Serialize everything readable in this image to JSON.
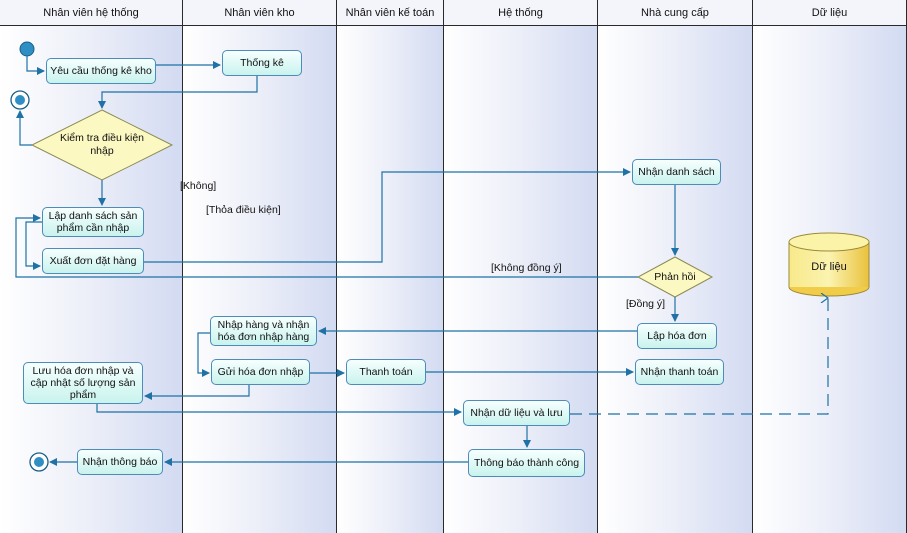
{
  "lanes": [
    {
      "id": "nvht",
      "label": "Nhân viên hệ thống"
    },
    {
      "id": "nvk",
      "label": "Nhân viên kho"
    },
    {
      "id": "nvkt",
      "label": "Nhân viên kế toán"
    },
    {
      "id": "ht",
      "label": "Hệ thống"
    },
    {
      "id": "ncc",
      "label": "Nhà cung cấp"
    },
    {
      "id": "dl",
      "label": "Dữ liệu"
    }
  ],
  "actions": {
    "yeu_cau": "Yêu cầu thống kê kho",
    "thong_ke": "Thống kê",
    "lap_danh_sach": "Lập danh sách sản phẩm cần nhập",
    "xuat_don": "Xuất đơn đặt hàng",
    "nhan_danh_sach": "Nhận danh sách",
    "lap_hoa_don": "Lập hóa đơn",
    "nhap_hang": "Nhập hàng và nhận hóa đơn nhập hàng",
    "gui_hoa_don": "Gửi hóa đơn nhập",
    "thanh_toan": "Thanh toán",
    "nhan_thanh_toan": "Nhận thanh toán",
    "luu_hoa_don": "Lưu hóa đơn nhập và cập nhật số lượng sản phẩm",
    "nhan_du_lieu": "Nhận dữ liệu và lưu",
    "thong_bao": "Thông báo thành công",
    "nhan_thong_bao": "Nhận thông báo"
  },
  "decisions": {
    "kiem_tra": "Kiểm tra điều kiện nhập",
    "phan_hoi": "Phản hồi"
  },
  "guards": {
    "khong": "[Không]",
    "thoa": "[Thỏa điều kiện]",
    "khong_dong_y": "[Không đồng ý]",
    "dong_y": "[Đồng ý]"
  },
  "datastore": "Dữ liệu",
  "colors": {
    "line": "#1f72a5",
    "action_border": "#4d8cb8",
    "action_fill_top": "#f6fffe",
    "action_fill_bottom": "#c9f3ee",
    "decision_fill": "#fbf8c2",
    "decision_border": "#8b8b53",
    "datastore_top": "#fbf3a8",
    "datastore_body": "#f3d455",
    "start_node": "#2f8fc4"
  }
}
